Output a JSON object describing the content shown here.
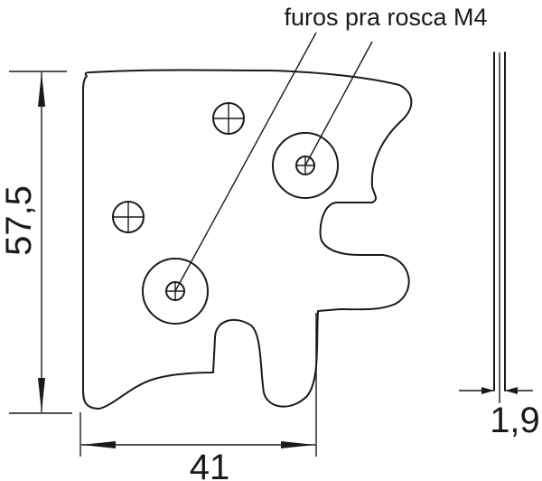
{
  "drawing": {
    "note": "furos pra rosca M4",
    "dimensions": {
      "height": "57,5",
      "width": "41",
      "thickness": "1,9"
    }
  }
}
